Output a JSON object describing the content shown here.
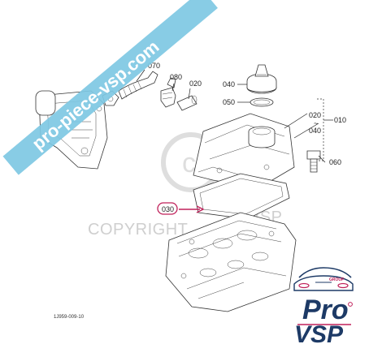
{
  "watermark": {
    "banner_text": "pro-piece-vsp.com",
    "copyright_text": "COPYRIGHT",
    "copyright_text_tail": "VSP",
    "banner_color": "#7ec8e3"
  },
  "diagram": {
    "drawing_code": "1J959-009-10",
    "highlight_color": "#c0205a",
    "callouts": {
      "p070": "070",
      "p080": "080",
      "p020_hose": "020",
      "p040_cap": "040",
      "p050": "050",
      "p020_group": "020",
      "p040_group": "040",
      "p010": "010",
      "p060": "060",
      "p030": "030"
    },
    "group_tilde": "~"
  },
  "logo": {
    "group_text": "GROUP",
    "pro_text": "Pro",
    "vsp_text": "VSP",
    "brand_color": "#1d3a66",
    "accent_color": "#c0205a"
  }
}
